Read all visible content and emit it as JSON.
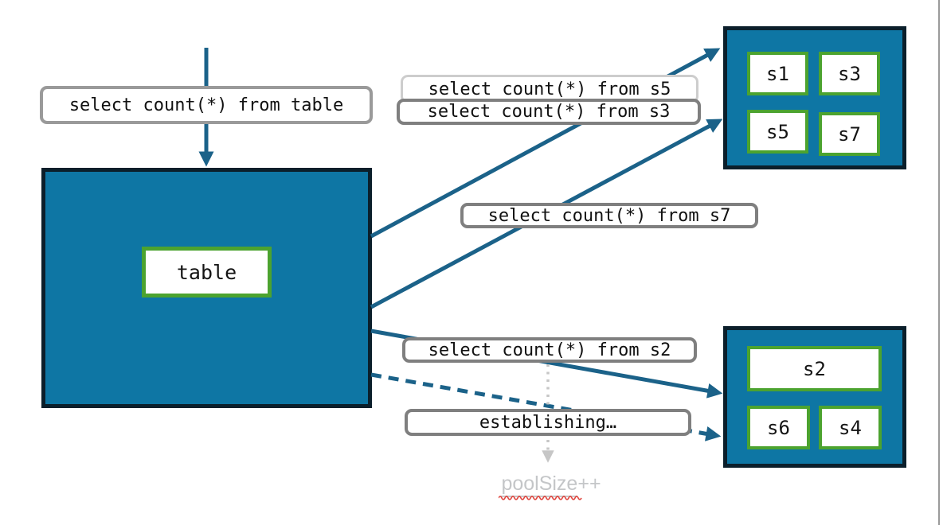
{
  "colors": {
    "box_fill": "#0e76a4",
    "box_border": "#0b1f2b",
    "shard_border": "#4ca32f",
    "arrow": "#1b6289",
    "dotted_arrow": "#c6c6c6",
    "label_border": "#7f7f7f",
    "label_border_medium": "#9a9a9a",
    "label_border_light": "#cdcdcd",
    "muted_text": "#c4c6c8",
    "muted_underline": "#c6c8ca",
    "squiggle": "#e0443c",
    "slide_edge": "#9a9a9a"
  },
  "table_box": {
    "label": "table"
  },
  "top_shards": [
    "s1",
    "s3",
    "s5",
    "s7"
  ],
  "bottom_shards": [
    "s2",
    "s6",
    "s4"
  ],
  "queries": {
    "table": "select count(*) from table",
    "s5": "select count(*) from s5",
    "s3": "select count(*) from s3",
    "s7": "select count(*) from s7",
    "s2": "select count(*) from s2",
    "establishing": "establishing…"
  },
  "annotations": {
    "pool_word": "poolSize",
    "pool_plus": "++"
  }
}
